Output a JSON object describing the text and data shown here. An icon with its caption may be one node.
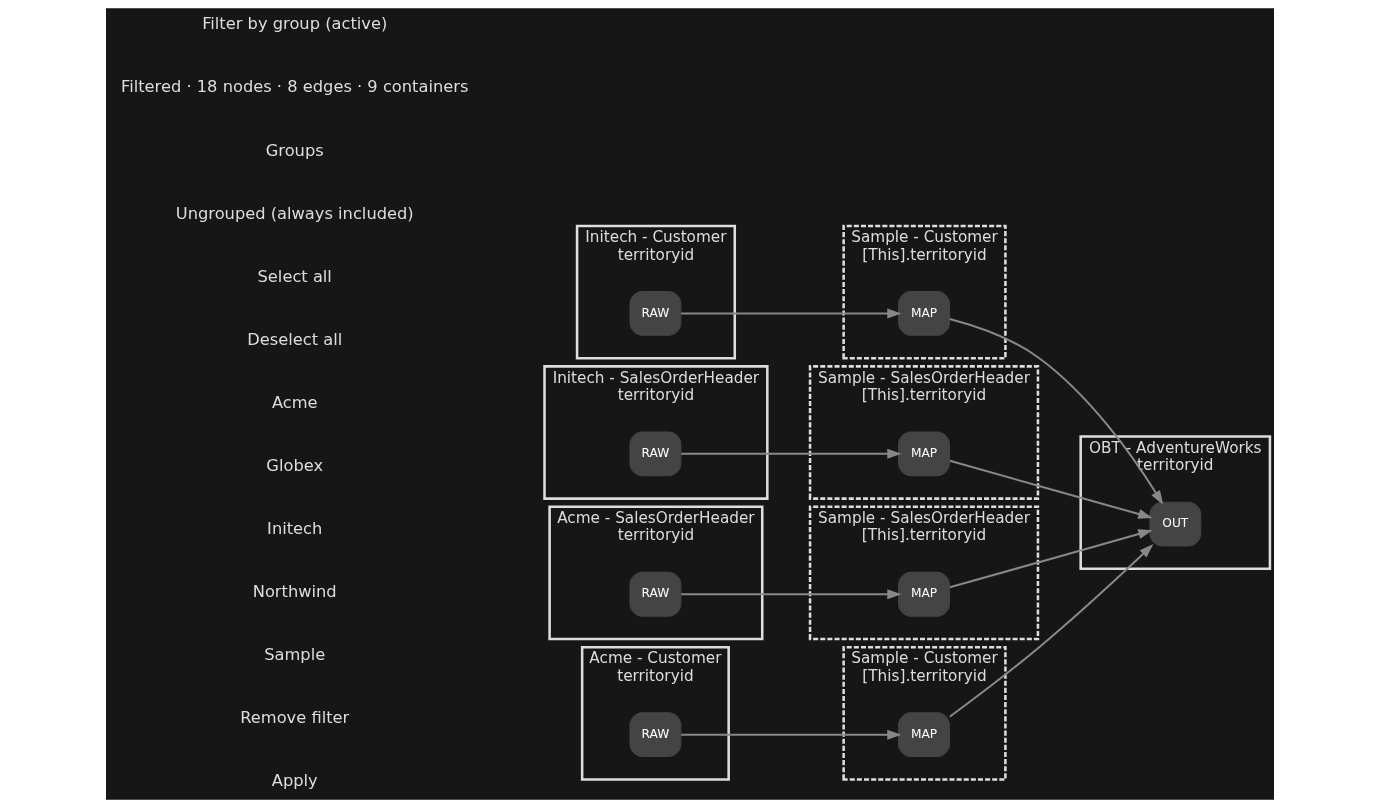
{
  "diagram": {
    "nodes": [
      {
        "text": [
          "Acme - Customer",
          "territoryid"
        ]
      },
      {
        "text": [
          "RAW"
        ],
        "in": 0
      },
      {
        "text": [
          "Sample - Customer",
          "[This].territoryid"
        ]
      },
      {
        "text": [
          "MAP"
        ],
        "in": 2
      },
      {
        "text": [
          "Initech - Customer",
          "territoryid"
        ]
      },
      {
        "text": [
          "RAW"
        ],
        "in": 4
      },
      {
        "text": [
          "Sample - Customer",
          "[This].territoryid"
        ]
      },
      {
        "text": [
          "MAP"
        ],
        "in": 6
      },
      {
        "text": [
          "OBT - AdventureWorks",
          "territoryid"
        ]
      },
      {
        "text": [
          "OUT"
        ],
        "in": 8
      },
      {
        "text": [
          "Initech - SalesOrderHeader",
          "territoryid"
        ]
      },
      {
        "text": [
          "RAW"
        ],
        "in": 10
      },
      {
        "text": [
          "Sample - SalesOrderHeader",
          "[This].territoryid"
        ]
      },
      {
        "text": [
          "MAP"
        ],
        "in": 12
      },
      {
        "text": [
          "Acme - SalesOrderHeader",
          "territoryid"
        ]
      },
      {
        "text": [
          "RAW"
        ],
        "in": 14
      },
      {
        "text": [
          "Sample - SalesOrderHeader",
          "[This].territoryid"
        ]
      },
      {
        "text": [
          "MAP"
        ],
        "in": 16
      }
    ],
    "edges": [
      {
        "from": 1,
        "to": 3,
        "arrow": "to"
      },
      {
        "from": 3,
        "to": 9,
        "arrow": "to"
      },
      {
        "from": 5,
        "to": 7,
        "arrow": "to"
      },
      {
        "from": 7,
        "to": 9,
        "arrow": "to"
      },
      {
        "from": 11,
        "to": 13,
        "arrow": "to"
      },
      {
        "from": 13,
        "to": 9,
        "arrow": "to"
      },
      {
        "from": 15,
        "to": 17,
        "arrow": "to"
      },
      {
        "from": 17,
        "to": 9,
        "arrow": "to"
      }
    ],
    "labels": [
      "Filter by group (active)",
      "Filtered · 18 nodes · 8 edges · 9 containers",
      "Groups",
      "Ungrouped (always included)",
      "Select all",
      "Deselect all",
      "Acme",
      "Globex",
      "Initech",
      "Northwind",
      "Sample",
      "Remove filter",
      "Apply"
    ]
  }
}
